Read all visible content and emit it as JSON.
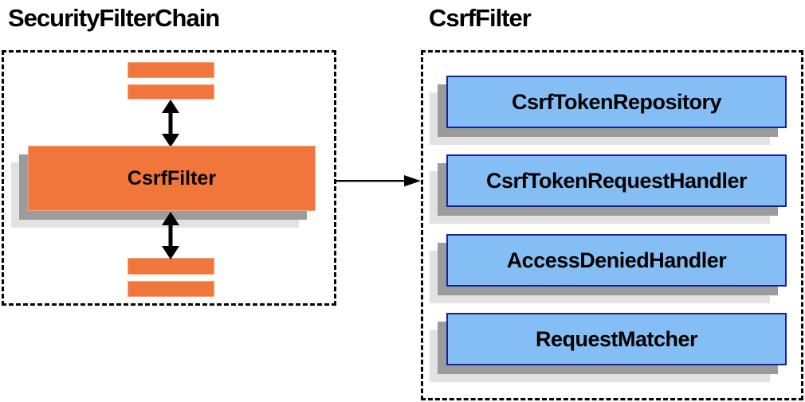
{
  "left_panel": {
    "title": "SecurityFilterChain",
    "filter_box": {
      "label": "CsrfFilter"
    },
    "placeholder_bars_count": 4
  },
  "right_panel": {
    "title": "CsrfFilter",
    "components": [
      {
        "label": "CsrfTokenRepository"
      },
      {
        "label": "CsrfTokenRequestHandler"
      },
      {
        "label": "AccessDeniedHandler"
      },
      {
        "label": "RequestMatcher"
      }
    ]
  },
  "icons": {
    "up_down_arrow": "double-headed-vertical-arrow",
    "link_arrow": "right-pointing-arrow"
  },
  "colors": {
    "orange_fill": "#F0763C",
    "orange_border": "#F7A477",
    "blue_fill": "#85BEF5",
    "blue_border": "#16259B",
    "shadow_near": "#9B9B9B",
    "shadow_far": "#E2E2E2",
    "frame_border": "#000000",
    "text": "#000000",
    "background": "#FFFFFF"
  }
}
